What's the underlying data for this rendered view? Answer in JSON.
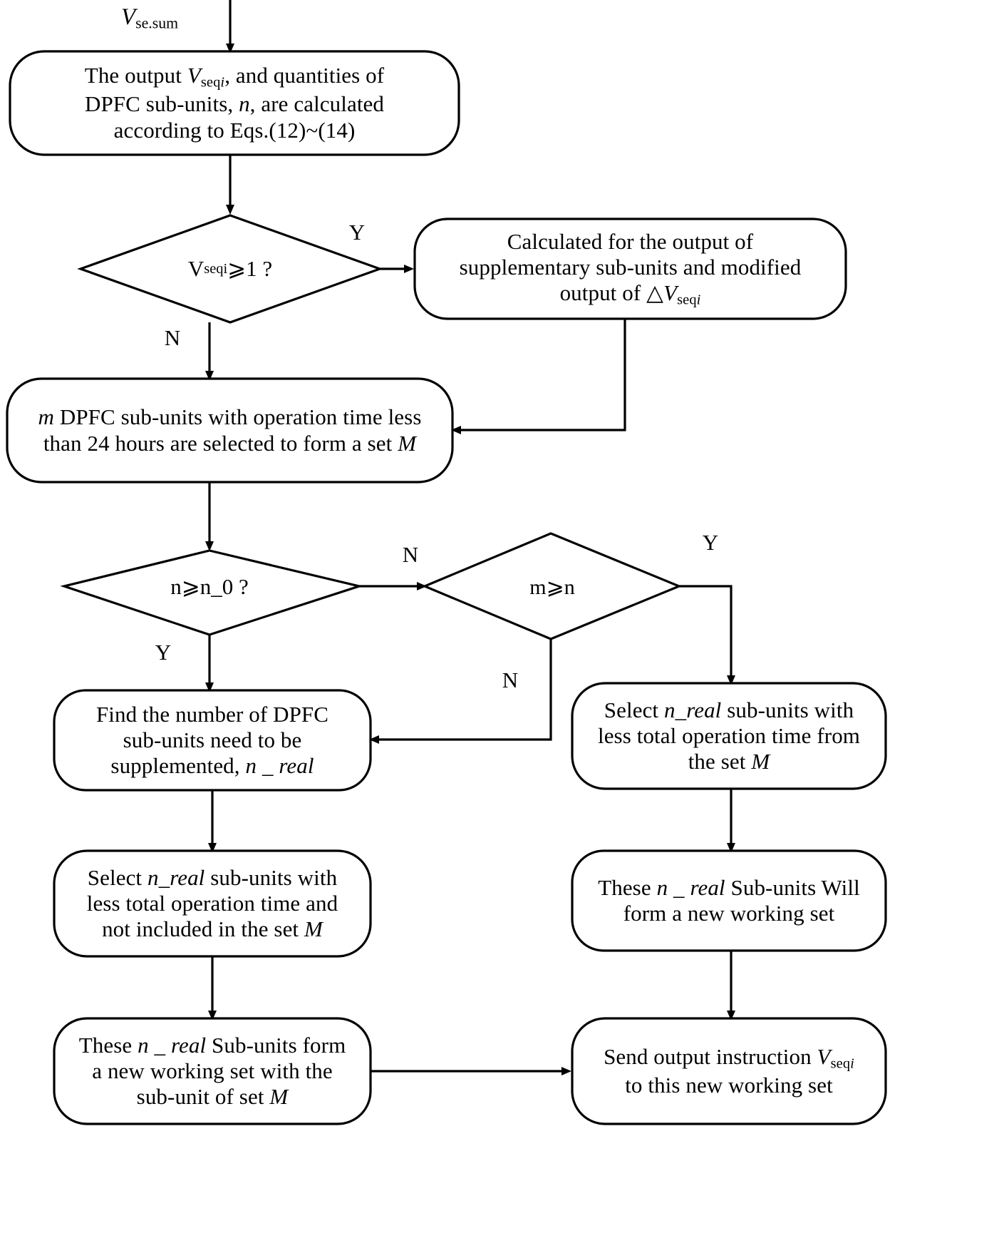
{
  "diagram": {
    "type": "flowchart",
    "title": "DPFC sub-unit output and working-set selection flowchart",
    "input_label_html": "<i class=\"mv\">V</i><span class=\"sub\">se.sum</span>",
    "input_label_text": "V se.sum"
  },
  "nodes": {
    "calc_output": {
      "id": "calc-output-process",
      "shape": "rounded-rect",
      "lines_html": [
        "The output <i class=\"mv\">V</i><span class=\"sub\">seq<i>i</i></span>, and quantities of",
        "DPFC sub-units, <i class=\"mv\">n</i>, are calculated",
        "according to Eqs.(12)~(14)"
      ],
      "text": "The output Vseqi, and quantities of DPFC sub-units, n, are calculated according to Eqs.(12)~(14)"
    },
    "decision_vseqi": {
      "id": "decision-vseqi",
      "shape": "diamond",
      "label_html": "V<span class=\"sub\">seqi</span>⩾1 ?",
      "text": "Vseqi ⩾ 1 ?",
      "yes_label": "Y",
      "no_label": "N"
    },
    "supplementary": {
      "id": "supplementary-output-process",
      "shape": "rounded-rect",
      "lines_html": [
        "Calculated for the output of",
        "supplementary sub-units and modified",
        "output of △<i class=\"mv\">V</i><span class=\"sub\">seq<i>i</i></span>"
      ],
      "text": "Calculated for the output of supplementary sub-units and modified output of △Vseqi"
    },
    "set_m": {
      "id": "form-set-m-process",
      "shape": "rounded-rect",
      "lines_html": [
        "<i class=\"mv\">m</i> DPFC sub-units with operation time less",
        "than 24 hours are selected to form a set <i class=\"mv\">M</i>"
      ],
      "text": "m DPFC sub-units with operation time less than 24 hours are selected to form a set M"
    },
    "decision_n": {
      "id": "decision-n-ge-n0",
      "shape": "diamond",
      "label_html": "n⩾n_0 ?",
      "text": "n ⩾ n_0 ?",
      "yes_label": "Y",
      "no_label": "N"
    },
    "decision_m": {
      "id": "decision-m-ge-n",
      "shape": "diamond",
      "label_html": "m⩾n",
      "text": "m ⩾ n",
      "yes_label": "Y",
      "no_label": "N"
    },
    "find_number": {
      "id": "find-number-process",
      "shape": "rounded-rect",
      "lines_html": [
        "Find the number of DPFC",
        "sub-units need to be",
        "supplemented, <i class=\"mv\">n _ real</i>"
      ],
      "text": "Find the number of DPFC sub-units need to be supplemented, n _ real"
    },
    "select_left": {
      "id": "select-nreal-not-in-m-process",
      "shape": "rounded-rect",
      "lines_html": [
        "Select <i class=\"mv\">n_real</i> sub-units with",
        "less total operation time and",
        "not included in the set <i class=\"mv\">M</i>"
      ],
      "text": "Select n_real sub-units with less total operation time and not included in the set M"
    },
    "form_left": {
      "id": "form-working-set-with-m-process",
      "shape": "rounded-rect",
      "lines_html": [
        "These <i class=\"mv\">n _ real</i> Sub-units form",
        "a new working set with  the",
        "sub-unit of set <i class=\"mv\">M</i>"
      ],
      "text": "These n _ real Sub-units form a new working set with  the sub-unit of set M"
    },
    "select_right": {
      "id": "select-nreal-from-m-process",
      "shape": "rounded-rect",
      "lines_html": [
        "Select <i class=\"mv\">n_real</i> sub-units with",
        "less total operation time from",
        "the set <i class=\"mv\">M</i>"
      ],
      "text": "Select n_real sub-units with less total operation time from the set M"
    },
    "form_right": {
      "id": "form-new-working-set-process",
      "shape": "rounded-rect",
      "lines_html": [
        "These <i class=\"mv\">n _ real</i> Sub-units Will",
        "form a new working set"
      ],
      "text": "These n _ real Sub-units Will form a new working set"
    },
    "send_output": {
      "id": "send-output-instruction-process",
      "shape": "rounded-rect",
      "lines_html": [
        "Send output instruction <i class=\"mv\">V</i><span class=\"sub\">seq<i>i</i></span>",
        "to this new working set"
      ],
      "text": "Send output instruction Vseqi to this new working set"
    }
  },
  "edge_labels": {
    "vseqi_yes": "Y",
    "vseqi_no": "N",
    "n_yes": "Y",
    "n_no": "N",
    "m_yes": "Y",
    "m_no": "N"
  },
  "colors": {
    "stroke": "#000000",
    "fill": "#ffffff",
    "text": "#000000"
  }
}
